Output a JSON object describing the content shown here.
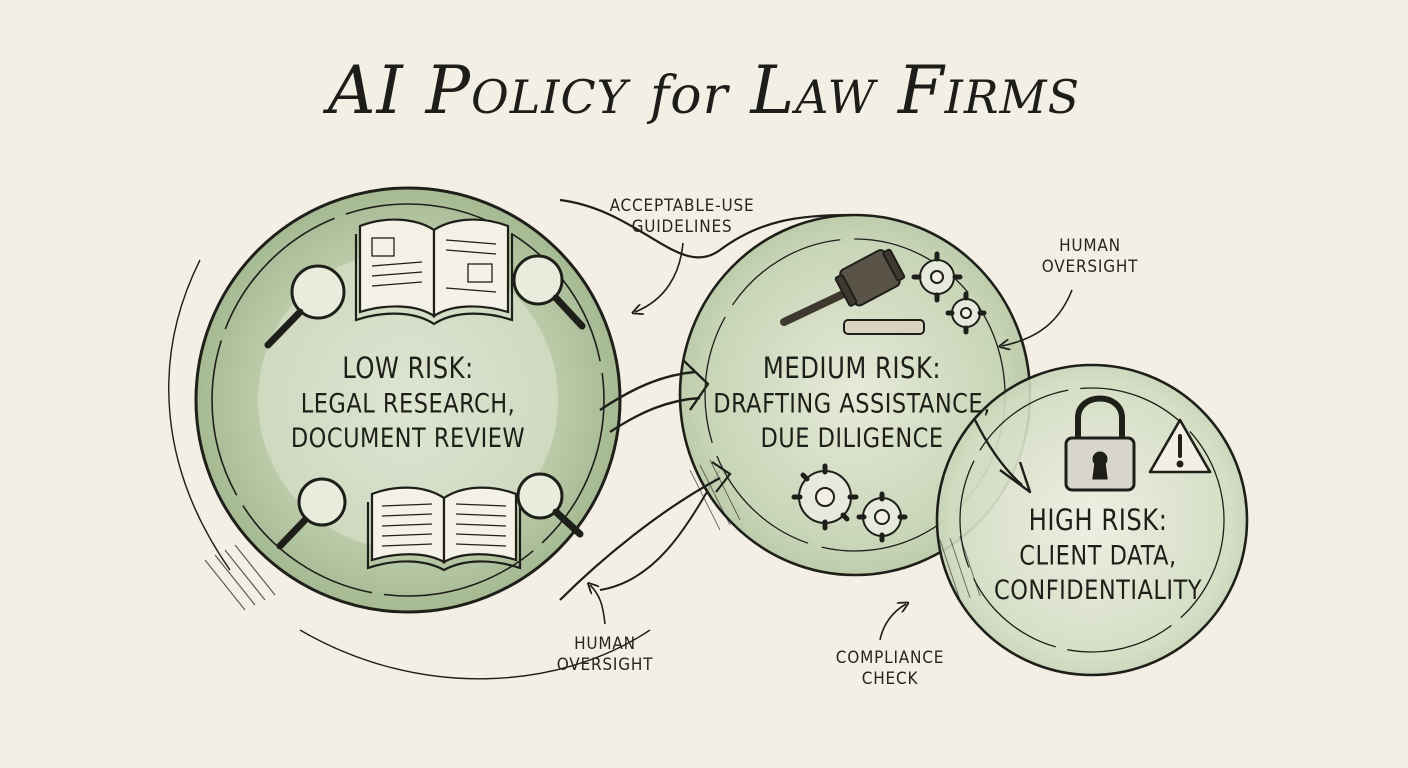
{
  "title": {
    "part1": "AI Policy",
    "part2": "for",
    "part3": "Law Firms"
  },
  "zones": {
    "low": {
      "head": "LOW RISK:",
      "line1": "LEGAL RESEARCH,",
      "line2": "DOCUMENT REVIEW"
    },
    "medium": {
      "head": "MEDIUM RISK:",
      "line1": "DRAFTING ASSISTANCE,",
      "line2": "DUE DILIGENCE"
    },
    "high": {
      "head": "HIGH RISK:",
      "line1": "CLIENT DATA,",
      "line2": "CONFIDENTIALITY"
    }
  },
  "annotations": {
    "acceptable_use": {
      "line1": "ACCEPTABLE-USE",
      "line2": "GUIDELINES"
    },
    "human_oversight_top": {
      "line1": "HUMAN",
      "line2": "OVERSIGHT"
    },
    "human_oversight_bottom": {
      "line1": "HUMAN",
      "line2": "OVERSIGHT"
    },
    "compliance_check": {
      "line1": "COMPLIANCE",
      "line2": "CHECK"
    }
  },
  "icons": [
    "open-book-icon",
    "magnifying-glass-icon",
    "gavel-icon",
    "gear-icon",
    "padlock-icon",
    "warning-triangle-icon"
  ],
  "colors": {
    "wash": "#b7c9a6",
    "wash_dark": "#8fa880",
    "ink": "#1f1f1a",
    "paper": "#f3efe4"
  }
}
